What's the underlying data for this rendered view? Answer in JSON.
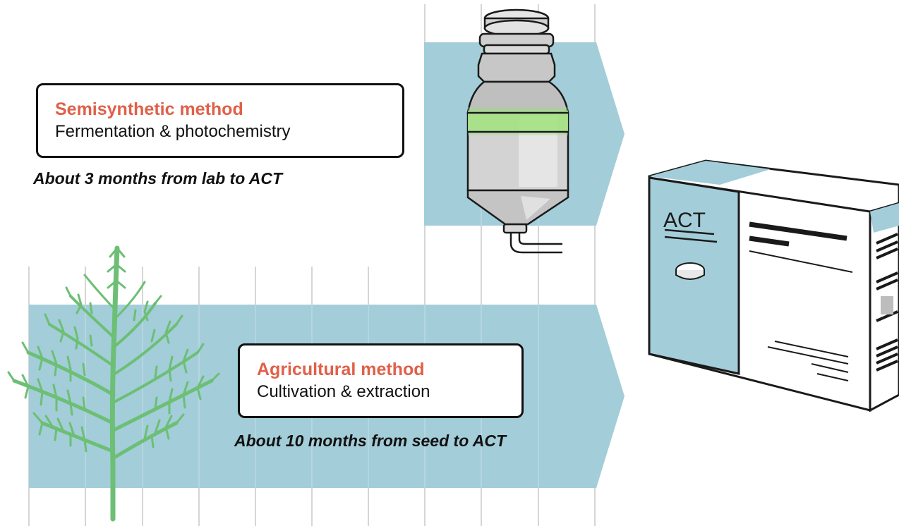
{
  "colors": {
    "band": "#a3cdd9",
    "accent_title": "#e06049",
    "plant": "#6cbf74",
    "glow": "#9be07a",
    "grid": "#c8c8c8"
  },
  "semisynthetic": {
    "title": "Semisynthetic method",
    "subtitle": "Fermentation & photochemistry",
    "duration": "About 3 months from lab to ACT",
    "icon": "bioreactor-fermenter-icon"
  },
  "agricultural": {
    "title": "Agricultural method",
    "subtitle": "Cultivation & extraction",
    "duration": "About 10 months from seed to ACT",
    "icon": "sweet-wormwood-plant-icon"
  },
  "product": {
    "box_label": "ACT",
    "icon": "act-medicine-box-icon",
    "pill_icon": "pill-tablet-icon"
  }
}
